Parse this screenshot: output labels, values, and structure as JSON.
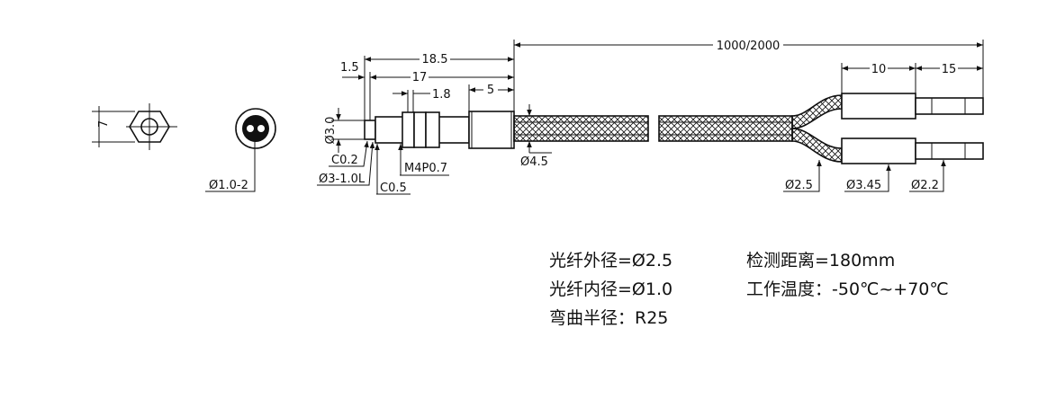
{
  "dimensions": {
    "hex_height": "7",
    "fiber_hole": "Ø1.0-2",
    "len_total": "18.5",
    "len_17": "17",
    "len_1_5": "1.5",
    "len_1_8": "1.8",
    "len_5": "5",
    "cable_length": "1000/2000",
    "dia_3_0": "Ø3.0",
    "chamfer_c0_2": "C0.2",
    "dia_3_1_0l": "Ø3-1.0L",
    "chamfer_c0_5": "C0.5",
    "thread": "M4P0.7",
    "dia_4_5": "Ø4.5",
    "len_10": "10",
    "len_15": "15",
    "dia_2_5": "Ø2.5",
    "dia_3_45": "Ø3.45",
    "dia_2_2": "Ø2.2"
  },
  "specs": {
    "outer_diameter": "光纤外径=Ø2.5",
    "inner_diameter": "光纤内径=Ø1.0",
    "bend_radius": "弯曲半径：R25",
    "detect_distance": "检测距离=180mm",
    "temperature": "工作温度：-50℃~+70℃"
  },
  "colors": {
    "line": "#111111",
    "background": "#ffffff"
  }
}
